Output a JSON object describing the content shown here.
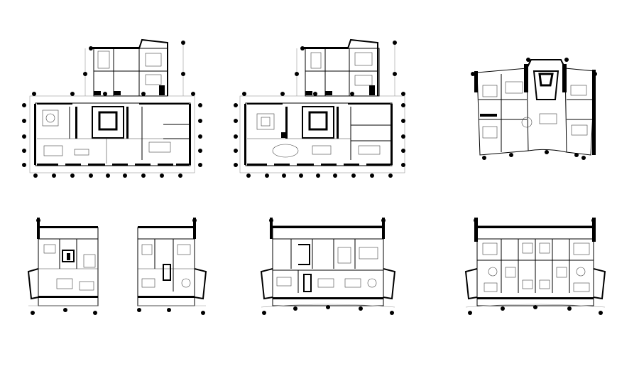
{
  "sheet": {
    "background": "#ffffff",
    "ink": "#000000",
    "plans": [
      {
        "id": "plan-a",
        "kind": "large-floor-plan"
      },
      {
        "id": "plan-b",
        "kind": "large-floor-plan"
      },
      {
        "id": "plan-c",
        "kind": "fan-shaped-unit-plan"
      },
      {
        "id": "plan-d",
        "kind": "unit-plan-left"
      },
      {
        "id": "plan-e",
        "kind": "unit-plan-right"
      },
      {
        "id": "plan-f",
        "kind": "combined-unit-plan"
      },
      {
        "id": "plan-g",
        "kind": "furnished-combined-plan"
      }
    ]
  }
}
